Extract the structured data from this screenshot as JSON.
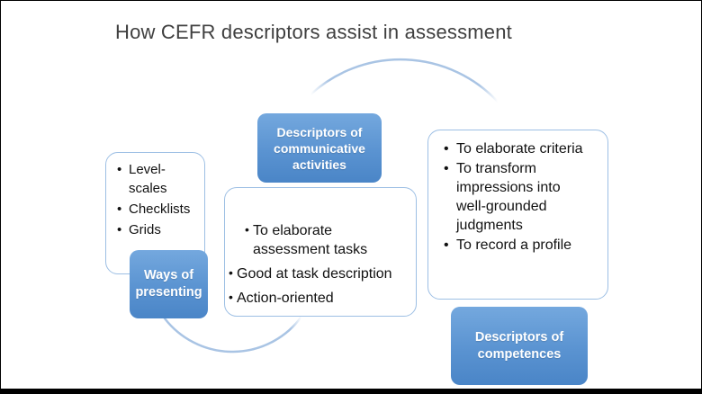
{
  "title": "How CEFR descriptors assist in assessment",
  "colors": {
    "accent_blue_top": "#74a8de",
    "accent_blue_bottom": "#4a85c7",
    "box_border_blue": "#9dbfe4",
    "arc_blue": "#a9c4e4",
    "title_text": "#3f3f3f",
    "body_text": "#111111"
  },
  "left_panel": {
    "items": [
      "Level-scales",
      "Checklists",
      "Grids"
    ]
  },
  "ways_box": {
    "label": "Ways of presenting"
  },
  "communicative_box": {
    "label": "Descriptors of communicative activities"
  },
  "middle_panel": {
    "items": [
      "To elaborate assessment tasks",
      "Good at task description",
      "Action-oriented"
    ]
  },
  "right_panel": {
    "items": [
      "To elaborate criteria",
      "To transform impressions into well-grounded judgments",
      "To record a profile"
    ]
  },
  "competences_box": {
    "label": "Descriptors of competences"
  }
}
